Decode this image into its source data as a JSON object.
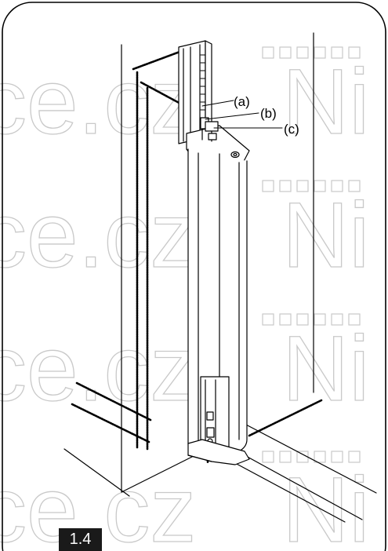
{
  "figure": {
    "number": "1.4",
    "callouts": [
      "(a)",
      "(b)",
      "(c)"
    ]
  },
  "watermark": {
    "text_left": "ce.cz",
    "text_right": "Ni"
  },
  "colors": {
    "line": "#000000",
    "watermark": "#c9c9c9",
    "badge_bg": "#1a1a1a",
    "badge_text": "#ffffff"
  }
}
